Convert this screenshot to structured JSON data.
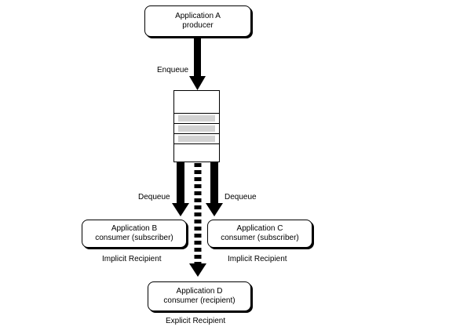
{
  "diagram": {
    "nodes": {
      "a": {
        "title": "Application A",
        "subtitle": "producer"
      },
      "b": {
        "title": "Application B",
        "subtitle": "consumer (subscriber)",
        "caption": "Implicit Recipient"
      },
      "c": {
        "title": "Application C",
        "subtitle": "consumer (subscriber)",
        "caption": "Implicit Recipient"
      },
      "d": {
        "title": "Application D",
        "subtitle": "consumer (recipient)",
        "caption": "Explicit Recipient"
      }
    },
    "edges": {
      "enqueue": "Enqueue",
      "dequeue_b": "Dequeue",
      "dequeue_c": "Dequeue"
    },
    "queue": {
      "message_count": 3
    },
    "colors": {
      "message_fill": "#d3d3d3",
      "stroke": "#000000"
    }
  }
}
